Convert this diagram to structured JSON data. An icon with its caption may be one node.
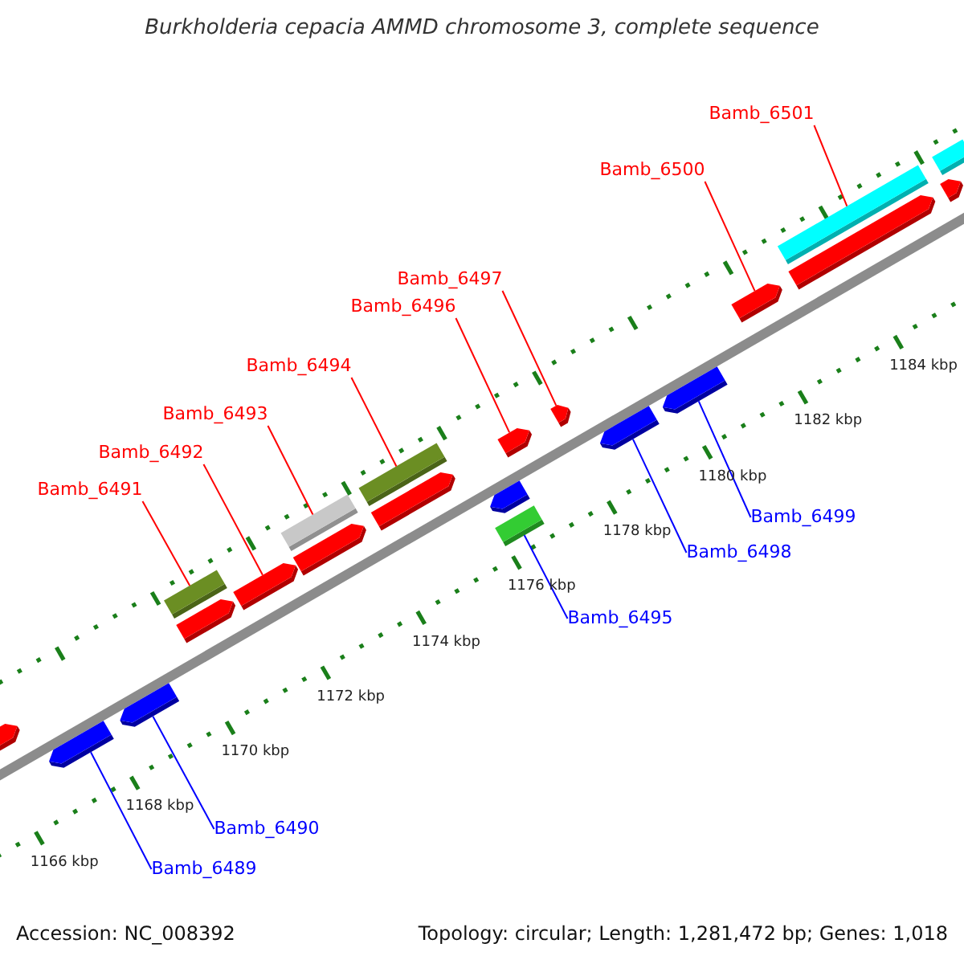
{
  "diagram": {
    "title": "Burkholderia cepacia AMMD chromosome 3, complete sequence",
    "nodes": [
      {
        "text": [
          "Bamb_6489"
        ]
      },
      {
        "text": [
          "Bamb_6490"
        ]
      },
      {
        "text": [
          "Bamb_6491"
        ]
      },
      {
        "text": [
          "Bamb_6492"
        ]
      },
      {
        "text": [
          "Bamb_6493"
        ]
      },
      {
        "text": [
          "Bamb_6494"
        ]
      },
      {
        "text": [
          "Bamb_6495"
        ]
      },
      {
        "text": [
          "Bamb_6496"
        ]
      },
      {
        "text": [
          "Bamb_6497"
        ]
      },
      {
        "text": [
          "Bamb_6498"
        ]
      },
      {
        "text": [
          "Bamb_6499"
        ]
      },
      {
        "text": [
          "Bamb_6500"
        ]
      },
      {
        "text": [
          "Bamb_6501"
        ]
      },
      {
        "text": [],
        "shape": "bar"
      },
      {
        "text": [],
        "shape": "bar"
      },
      {
        "text": [],
        "shape": "bar"
      },
      {
        "text": [],
        "shape": "bar"
      },
      {
        "text": [],
        "shape": "bar"
      },
      {
        "text": [],
        "shape": "bar"
      },
      {
        "text": [],
        "shape": "bar"
      },
      {
        "text": [],
        "shape": "bar"
      },
      {
        "text": [],
        "shape": "bar"
      },
      {
        "text": [],
        "shape": "bar"
      },
      {
        "text": [],
        "shape": "bar"
      },
      {
        "text": [],
        "shape": "bar"
      },
      {
        "text": [],
        "shape": "bar"
      },
      {
        "text": [],
        "shape": "bar"
      },
      {
        "text": [],
        "shape": "bar"
      },
      {
        "text": [],
        "shape": "bar"
      },
      {
        "text": [],
        "shape": "bar"
      },
      {
        "text": [],
        "shape": "bar"
      },
      {
        "text": [],
        "shape": "bar"
      },
      {
        "text": [],
        "shape": "bar"
      },
      {
        "text": [],
        "shape": "bar"
      }
    ],
    "edges": [
      {
        "from": 0,
        "to": 28,
        "arrow": "none",
        "color": "#0000ff"
      },
      {
        "from": 1,
        "to": 29,
        "arrow": "none",
        "color": "#0000ff"
      },
      {
        "from": 2,
        "to": 23,
        "arrow": "none"
      },
      {
        "from": 3,
        "to": 15,
        "arrow": "none"
      },
      {
        "from": 4,
        "to": 24,
        "arrow": "none"
      },
      {
        "from": 5,
        "to": 25,
        "arrow": "none"
      },
      {
        "from": 6,
        "to": 33,
        "arrow": "none",
        "color": "#0000ff"
      },
      {
        "from": 7,
        "to": 18,
        "arrow": "none"
      },
      {
        "from": 8,
        "to": 19,
        "arrow": "none"
      },
      {
        "from": 9,
        "to": 31,
        "arrow": "none",
        "color": "#0000ff"
      },
      {
        "from": 10,
        "to": 32,
        "arrow": "none",
        "color": "#0000ff"
      },
      {
        "from": 11,
        "to": 20,
        "arrow": "none"
      },
      {
        "from": 12,
        "to": 26,
        "arrow": "none"
      }
    ],
    "labels": [
      "1166 kbp",
      "1168 kbp",
      "1170 kbp",
      "1172 kbp",
      "1174 kbp",
      "1176 kbp",
      "1178 kbp",
      "1180 kbp",
      "1182 kbp",
      "1184 kbp",
      "Accession: NC_008392",
      "Topology: circular; Length: 1,281,472 bp; Genes: 1,018"
    ]
  }
}
